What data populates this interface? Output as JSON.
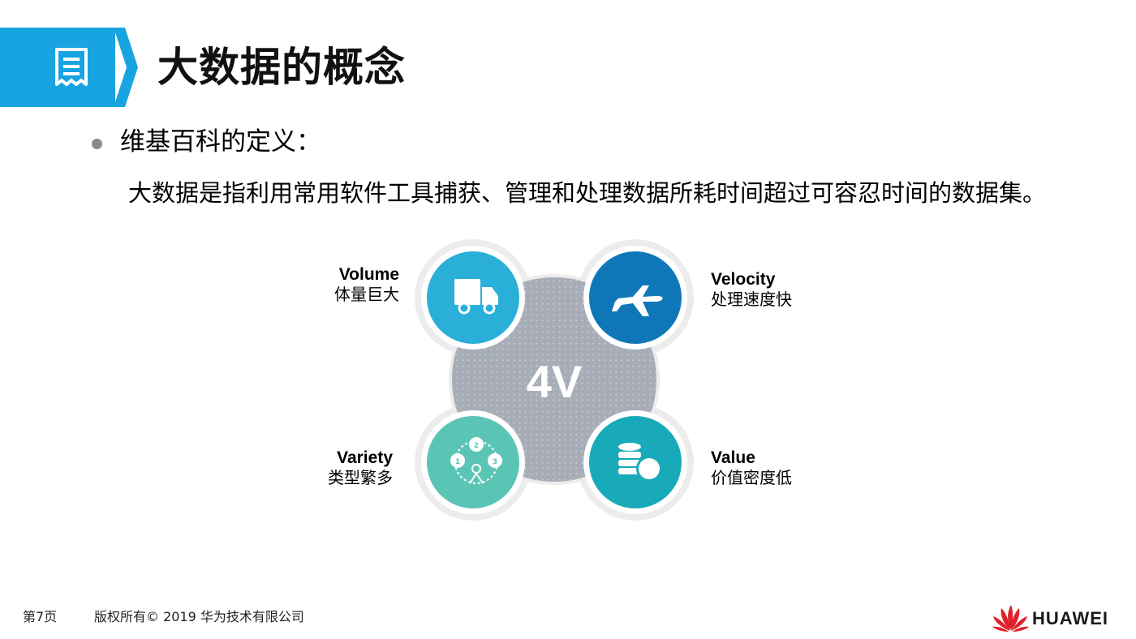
{
  "header": {
    "title": "大数据的概念",
    "icon": "document-list-icon",
    "accent_color": "#18a4e0"
  },
  "bullet": {
    "label": "维基百科的定义："
  },
  "definition": {
    "text": "大数据是指利用常用软件工具捕获、管理和处理数据所耗时间超过可容忍时间的数据集。"
  },
  "diagram": {
    "center_label": "4V",
    "items": [
      {
        "en": "Volume",
        "zh": "体量巨大",
        "icon": "truck-icon",
        "color": "#2aafd8"
      },
      {
        "en": "Velocity",
        "zh": "处理速度快",
        "icon": "airplane-icon",
        "color": "#0f77b8"
      },
      {
        "en": "Variety",
        "zh": "类型繁多",
        "icon": "network-nodes-icon",
        "color": "#5bc5b5"
      },
      {
        "en": "Value",
        "zh": "价值密度低",
        "icon": "database-coin-icon",
        "color": "#18aab8"
      }
    ],
    "node_numbers": [
      "1",
      "2",
      "3"
    ]
  },
  "footer": {
    "page": "第7页",
    "copyright": "版权所有© 2019 华为技术有限公司",
    "brand": "HUAWEI"
  }
}
